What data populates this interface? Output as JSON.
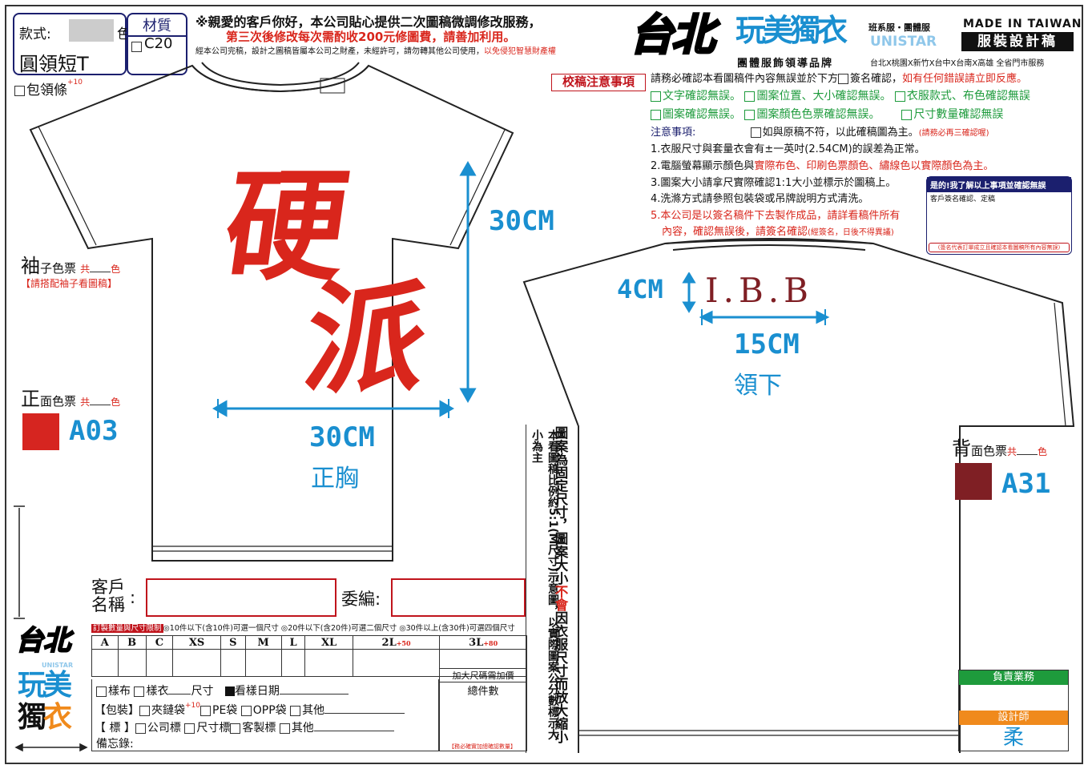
{
  "header": {
    "style_label": "款式:",
    "color_suffix": "色",
    "style_value": "圓領短T",
    "material_label": "材質",
    "material_option": "C20",
    "collar_option": "包領條",
    "collar_note": "+10",
    "notice_line1": "※親愛的客戶你好，本公司貼心提供二次圖稿微調修改服務，",
    "notice_line2": "第三次後修改每次需酌收200元修圖費，請善加利用。",
    "notice_line3_a": "經本公司完稿，設計之圖稿皆屬本公司之財產，未經許可，請勿轉其他公司使用，",
    "notice_line3_b": "以免侵犯智慧財產權"
  },
  "brand": {
    "city": "台北",
    "name": "玩美獨衣",
    "unistar": "UNISTAR",
    "tag1": "班系服・團體服",
    "made_in": "MADE IN TAIWAN",
    "doc_type": "服裝設計稿",
    "slogan": "團體服飾領導品牌",
    "branches": "台北X桃園X新竹X台中X台南X高雄  全省門市服務"
  },
  "proof": {
    "title": "校稿注意事項",
    "line1_a": "請務必確認本看圖稿件內容無誤並於下方",
    "line1_b": "簽名確認，",
    "line1_c": "如有任何錯誤請立即反應。",
    "check1": "文字確認無誤。",
    "check2": "圖案位置、大小確認無誤。",
    "check3": "衣服款式、布色確認無誤",
    "check4": "圖案確認無誤。",
    "check5": "圖案顏色色票確認無誤。",
    "check6": "尺寸數量確認無誤",
    "notes_label": "注意事項:",
    "original_check": "如與原稿不符，以此確稿圖為主。",
    "original_note": "(請務必再三確認喔)",
    "note1": "1.衣服尺寸與套量衣會有±一英吋(2.54CM)的誤差為正常。",
    "note2_a": "2.電腦螢幕顯示顏色與",
    "note2_b": "實際布色、印刷色票顏色、繡線色以實際顏色為主。",
    "note3": "3.圖案大小請拿尺實際確認1:1大小並標示於圖稿上。",
    "note4": "4.洗滌方式請參照包裝袋或吊牌說明方式清洗。",
    "note5_a": "5.本公司是以簽名稿件下去製作成品，請詳看稿件所有",
    "note5_b": "內容，確認無誤後，請簽名確認",
    "note5_c": "(經簽名，日後不得異議)",
    "sign_title": "是的!我了解以上事項並確認無誤",
    "sign_sub": "客戶簽名確認、定稿",
    "sign_footer": "(簽名代表訂單成立且確認本看圖稿所有內容無誤)"
  },
  "front": {
    "design_text_1": "硬",
    "design_text_2": "派",
    "height_dim": "30CM",
    "width_dim": "30CM",
    "position": "正胸",
    "sleeve_label_big": "袖",
    "sleeve_label": "子色票",
    "sleeve_total": "共",
    "sleeve_color": "色",
    "sleeve_note": "【請搭配袖子看圖稿】",
    "front_label_big": "正",
    "front_label": "面色票",
    "front_total": "共",
    "front_color": "色",
    "front_swatch_code": "A03",
    "front_swatch_color": "#d62520"
  },
  "back": {
    "design_text": "I.B.B",
    "height_dim": "4CM",
    "width_dim": "15CM",
    "position": "領下",
    "back_label_big": "背",
    "back_label": "面色票",
    "back_total": "共",
    "back_color": "色",
    "back_swatch_code": "A31",
    "back_swatch_color": "#7f1f24"
  },
  "vertical_notes": {
    "col1": "本看圖稿比例約5:1(M尺寸)示意圖，以實際圖案公分數標示大小為主",
    "col2_a": "圖案為固定尺寸，圖案大小",
    "col2_b": "不會",
    "col2_c": "因衣服尺寸而放大縮小"
  },
  "order": {
    "customer_label_1": "客戶",
    "customer_label_2": "名稱",
    "committee_label": "委編",
    "size_note_tag": "訂製數量與尺寸限制",
    "size_note": "◎10件以下(含10件)可選一個尺寸 ◎20件以下(含20件)可選二個尺寸 ◎30件以上(含30件)可選四個尺寸",
    "sizes": [
      "A",
      "B",
      "C",
      "XS",
      "S",
      "M",
      "L",
      "XL",
      "2L",
      "3L"
    ],
    "size_extra": [
      "",
      "",
      "",
      "",
      "",
      "",
      "",
      "",
      "+50",
      "+80"
    ],
    "sample_cloth": "樣布",
    "sample_shirt": "樣衣",
    "size_unit": "尺寸",
    "sample_date": "看樣日期",
    "extra_fee": "加大尺碼需加價",
    "total_label": "總件數",
    "pack_label": "【包裝】",
    "pack1": "夾鏈袋",
    "pack1_note": "+10",
    "pack2": "PE袋",
    "pack3": "OPP袋",
    "pack4": "其他",
    "label_label": "【 標 】",
    "label1": "公司標",
    "label2": "尺寸標",
    "label3": "客製標",
    "label4": "其他",
    "memo": "備忘錄:",
    "confirm_note": "【務必確實加總確認數量】"
  },
  "staff": {
    "sales_label": "負責業務",
    "sales_value": "",
    "designer_label": "設計師",
    "designer_value": "柔"
  },
  "colors": {
    "brand_blue": "#1a8fd0",
    "accent_red": "#d9261c",
    "navy": "#1b1f6e",
    "green": "#1e9b3c",
    "orange": "#f08a1c"
  }
}
